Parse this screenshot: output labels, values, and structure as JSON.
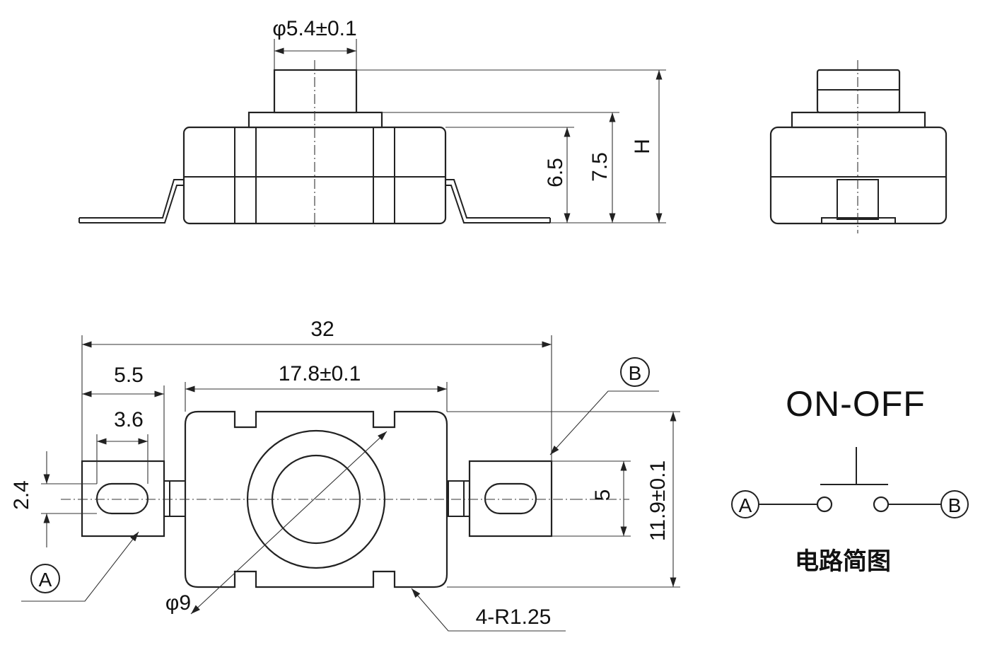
{
  "side_view": {
    "button_diameter": "φ5.4±0.1",
    "height_6_5": "6.5",
    "height_7_5": "7.5",
    "height_h": "H"
  },
  "top_view": {
    "overall_length": "32",
    "lead_width_outer": "5.5",
    "lead_slot_length": "3.6",
    "body_length": "17.8±0.1",
    "lead_slot_width": "2.4",
    "lead_height": "5",
    "body_height": "11.9±0.1",
    "button_diameter": "φ9",
    "corner_radius": "4-R1.25",
    "terminal_a": "A",
    "terminal_b": "B"
  },
  "schematic": {
    "title": "ON-OFF",
    "terminal_a": "A",
    "terminal_b": "B",
    "caption": "电路简图"
  }
}
